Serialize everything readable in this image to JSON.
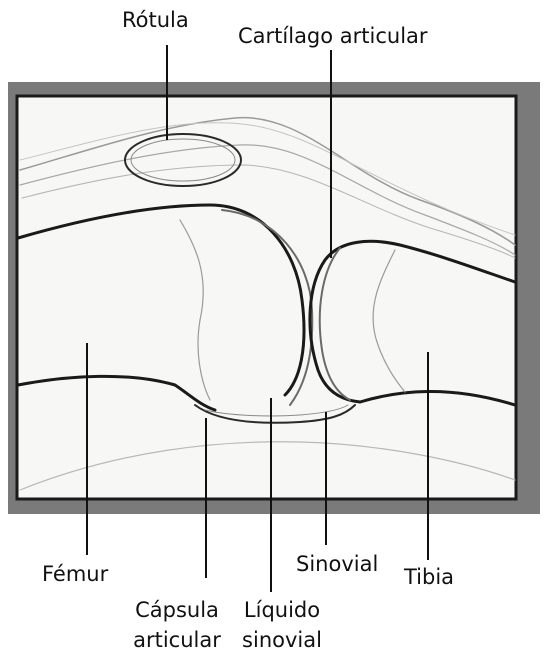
{
  "labels": {
    "rotula": "Rótula",
    "cartilago": "Cartílago articular",
    "femur": "Fémur",
    "sinovial": "Sinovial",
    "tibia": "Tibia",
    "capsula_1": "Cápsula",
    "capsula_2": "articular",
    "liquido_1": "Líquido",
    "liquido_2": "sinovial"
  },
  "colors": {
    "frame_gray": "#7a7a7a",
    "panel": "#f7f7f5",
    "outline": "#1a1a1a",
    "leader": "#111111"
  }
}
